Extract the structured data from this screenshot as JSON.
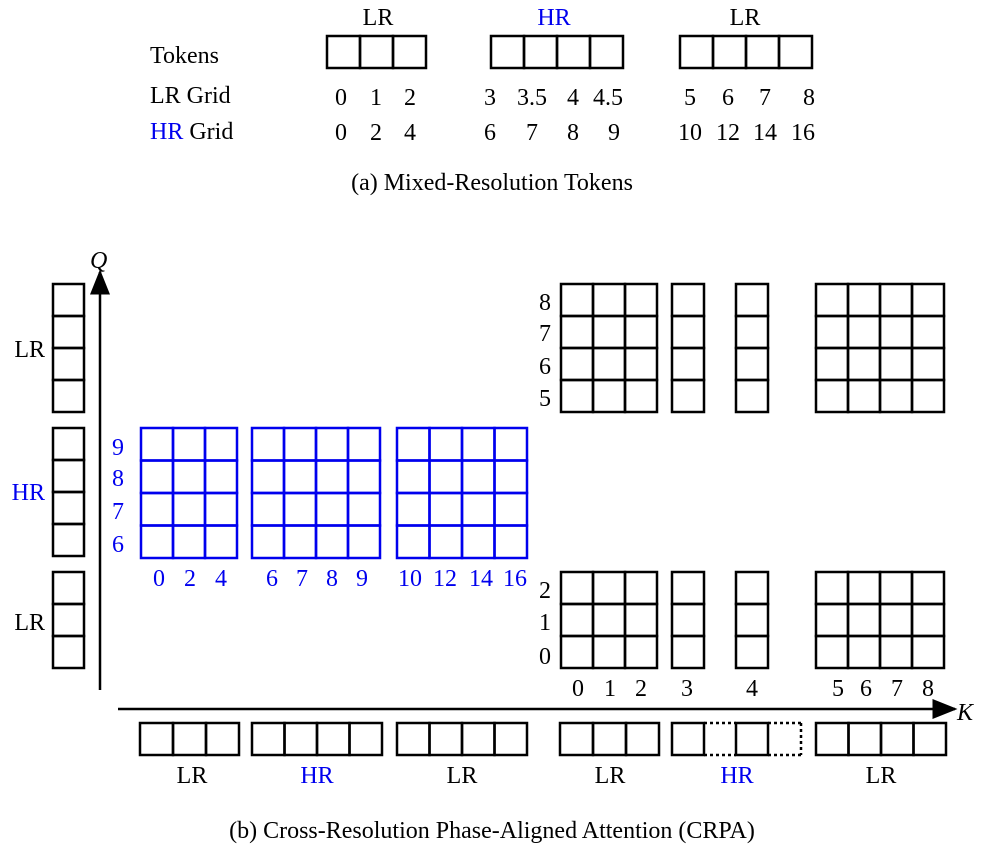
{
  "colors": {
    "lr": "#000000",
    "hr": "#0000ee"
  },
  "top": {
    "row_labels": {
      "tokens": "Tokens",
      "lr_grid_lr": "LR",
      "lr_grid_rest": " Grid",
      "hr_grid_hr": "HR",
      "hr_grid_rest": " Grid"
    },
    "groups": [
      {
        "label": "LR",
        "res": "lr",
        "tokens": 3,
        "lr_grid": [
          "0",
          "1",
          "2"
        ],
        "hr_grid": [
          "0",
          "2",
          "4"
        ]
      },
      {
        "label": "HR",
        "res": "hr",
        "tokens": 4,
        "lr_grid": [
          "3",
          "3.5",
          "4",
          "4.5"
        ],
        "hr_grid": [
          "6",
          "7",
          "8",
          "9"
        ]
      },
      {
        "label": "LR",
        "res": "lr",
        "tokens": 4,
        "lr_grid": [
          "5",
          "6",
          "7",
          "8"
        ],
        "hr_grid": [
          "10",
          "12",
          "14",
          "16"
        ]
      }
    ],
    "caption": "(a) Mixed-Resolution Tokens"
  },
  "bottom": {
    "q_axis": "Q",
    "k_axis": "K",
    "q_groups": [
      "LR",
      "HR",
      "LR"
    ],
    "k_groups": [
      "LR",
      "HR",
      "LR",
      "LR",
      "HR",
      "LR"
    ],
    "hr_rows": [
      "9",
      "8",
      "7",
      "6"
    ],
    "hr_cols": [
      "0",
      "2",
      "4",
      "6",
      "7",
      "8",
      "9",
      "10",
      "12",
      "14",
      "16"
    ],
    "lr_upper_rows": [
      "8",
      "7",
      "6",
      "5"
    ],
    "lr_lower_rows": [
      "2",
      "1",
      "0"
    ],
    "lr_cols": [
      "0",
      "1",
      "2",
      "3",
      "4",
      "5",
      "6",
      "7",
      "8"
    ],
    "caption": "(b) Cross-Resolution Phase-Aligned Attention (CRPA)"
  }
}
